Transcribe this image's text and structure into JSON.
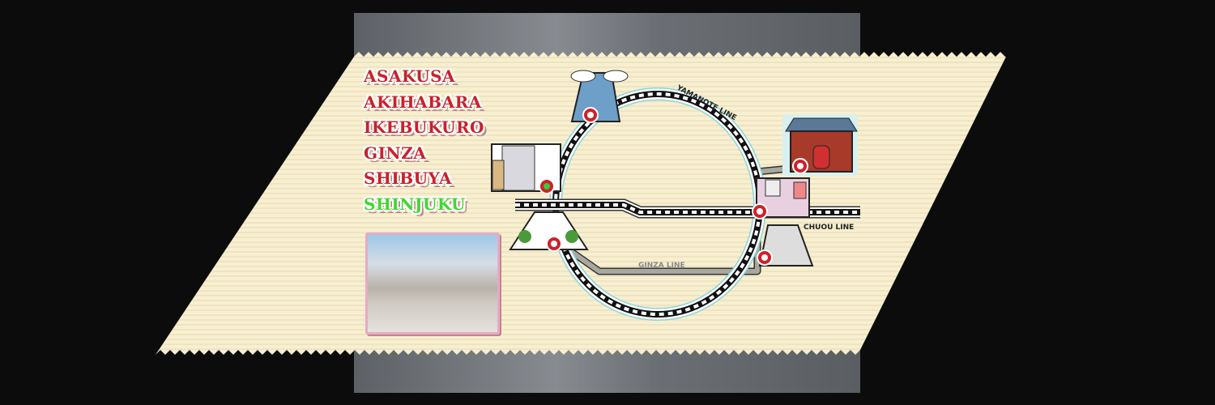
{
  "menu": {
    "items": [
      {
        "label": "ASAKUSA"
      },
      {
        "label": "AKIHABARA"
      },
      {
        "label": "IKEBUKURO"
      },
      {
        "label": "GINZA"
      },
      {
        "label": "SHIBUYA"
      },
      {
        "label": "SHINJUKU"
      }
    ],
    "selected": "SHINJUKU"
  },
  "map": {
    "lines": {
      "yamanote": "YAMANOTE LINE",
      "chuou": "CHUOU LINE",
      "ginza": "GINZA LINE"
    }
  },
  "colors": {
    "menu_text": "#c8222a",
    "selected_text": "#44d630",
    "paper": "#f8efd0",
    "station_marker": "#d0202a"
  }
}
